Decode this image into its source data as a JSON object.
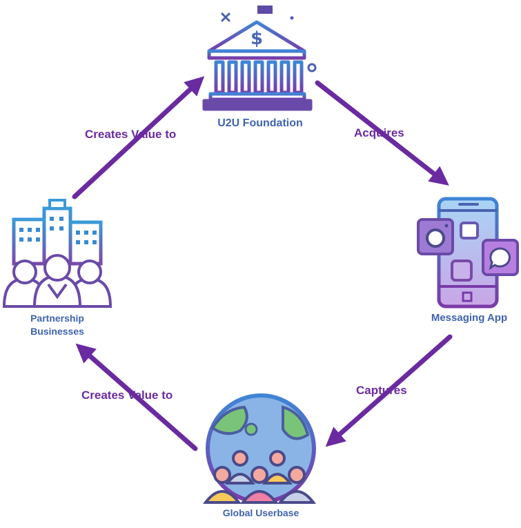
{
  "nodes": {
    "foundation": {
      "label": "U2U Foundation"
    },
    "messaging": {
      "label": "Messaging App"
    },
    "userbase": {
      "label": "Global Userbase"
    },
    "partners": {
      "label_line1": "Partnership",
      "label_line2": "Businesses"
    }
  },
  "edges": {
    "foundation_to_messaging": {
      "label": "Acquires"
    },
    "messaging_to_userbase": {
      "label": "Captures"
    },
    "userbase_to_partners": {
      "label": "Creates Value to"
    },
    "partners_to_foundation": {
      "label": "Creates Value to"
    }
  },
  "icons": {
    "foundation": "bank-building-icon",
    "messaging": "smartphone-apps-icon",
    "userbase": "globe-people-icon",
    "partners": "office-team-icon"
  },
  "colors": {
    "arrow": "#6a2aa0",
    "node_label": "#3f63b0",
    "icon_outline_top": "#3f7fd0",
    "icon_outline_bottom": "#7a3aa8"
  }
}
